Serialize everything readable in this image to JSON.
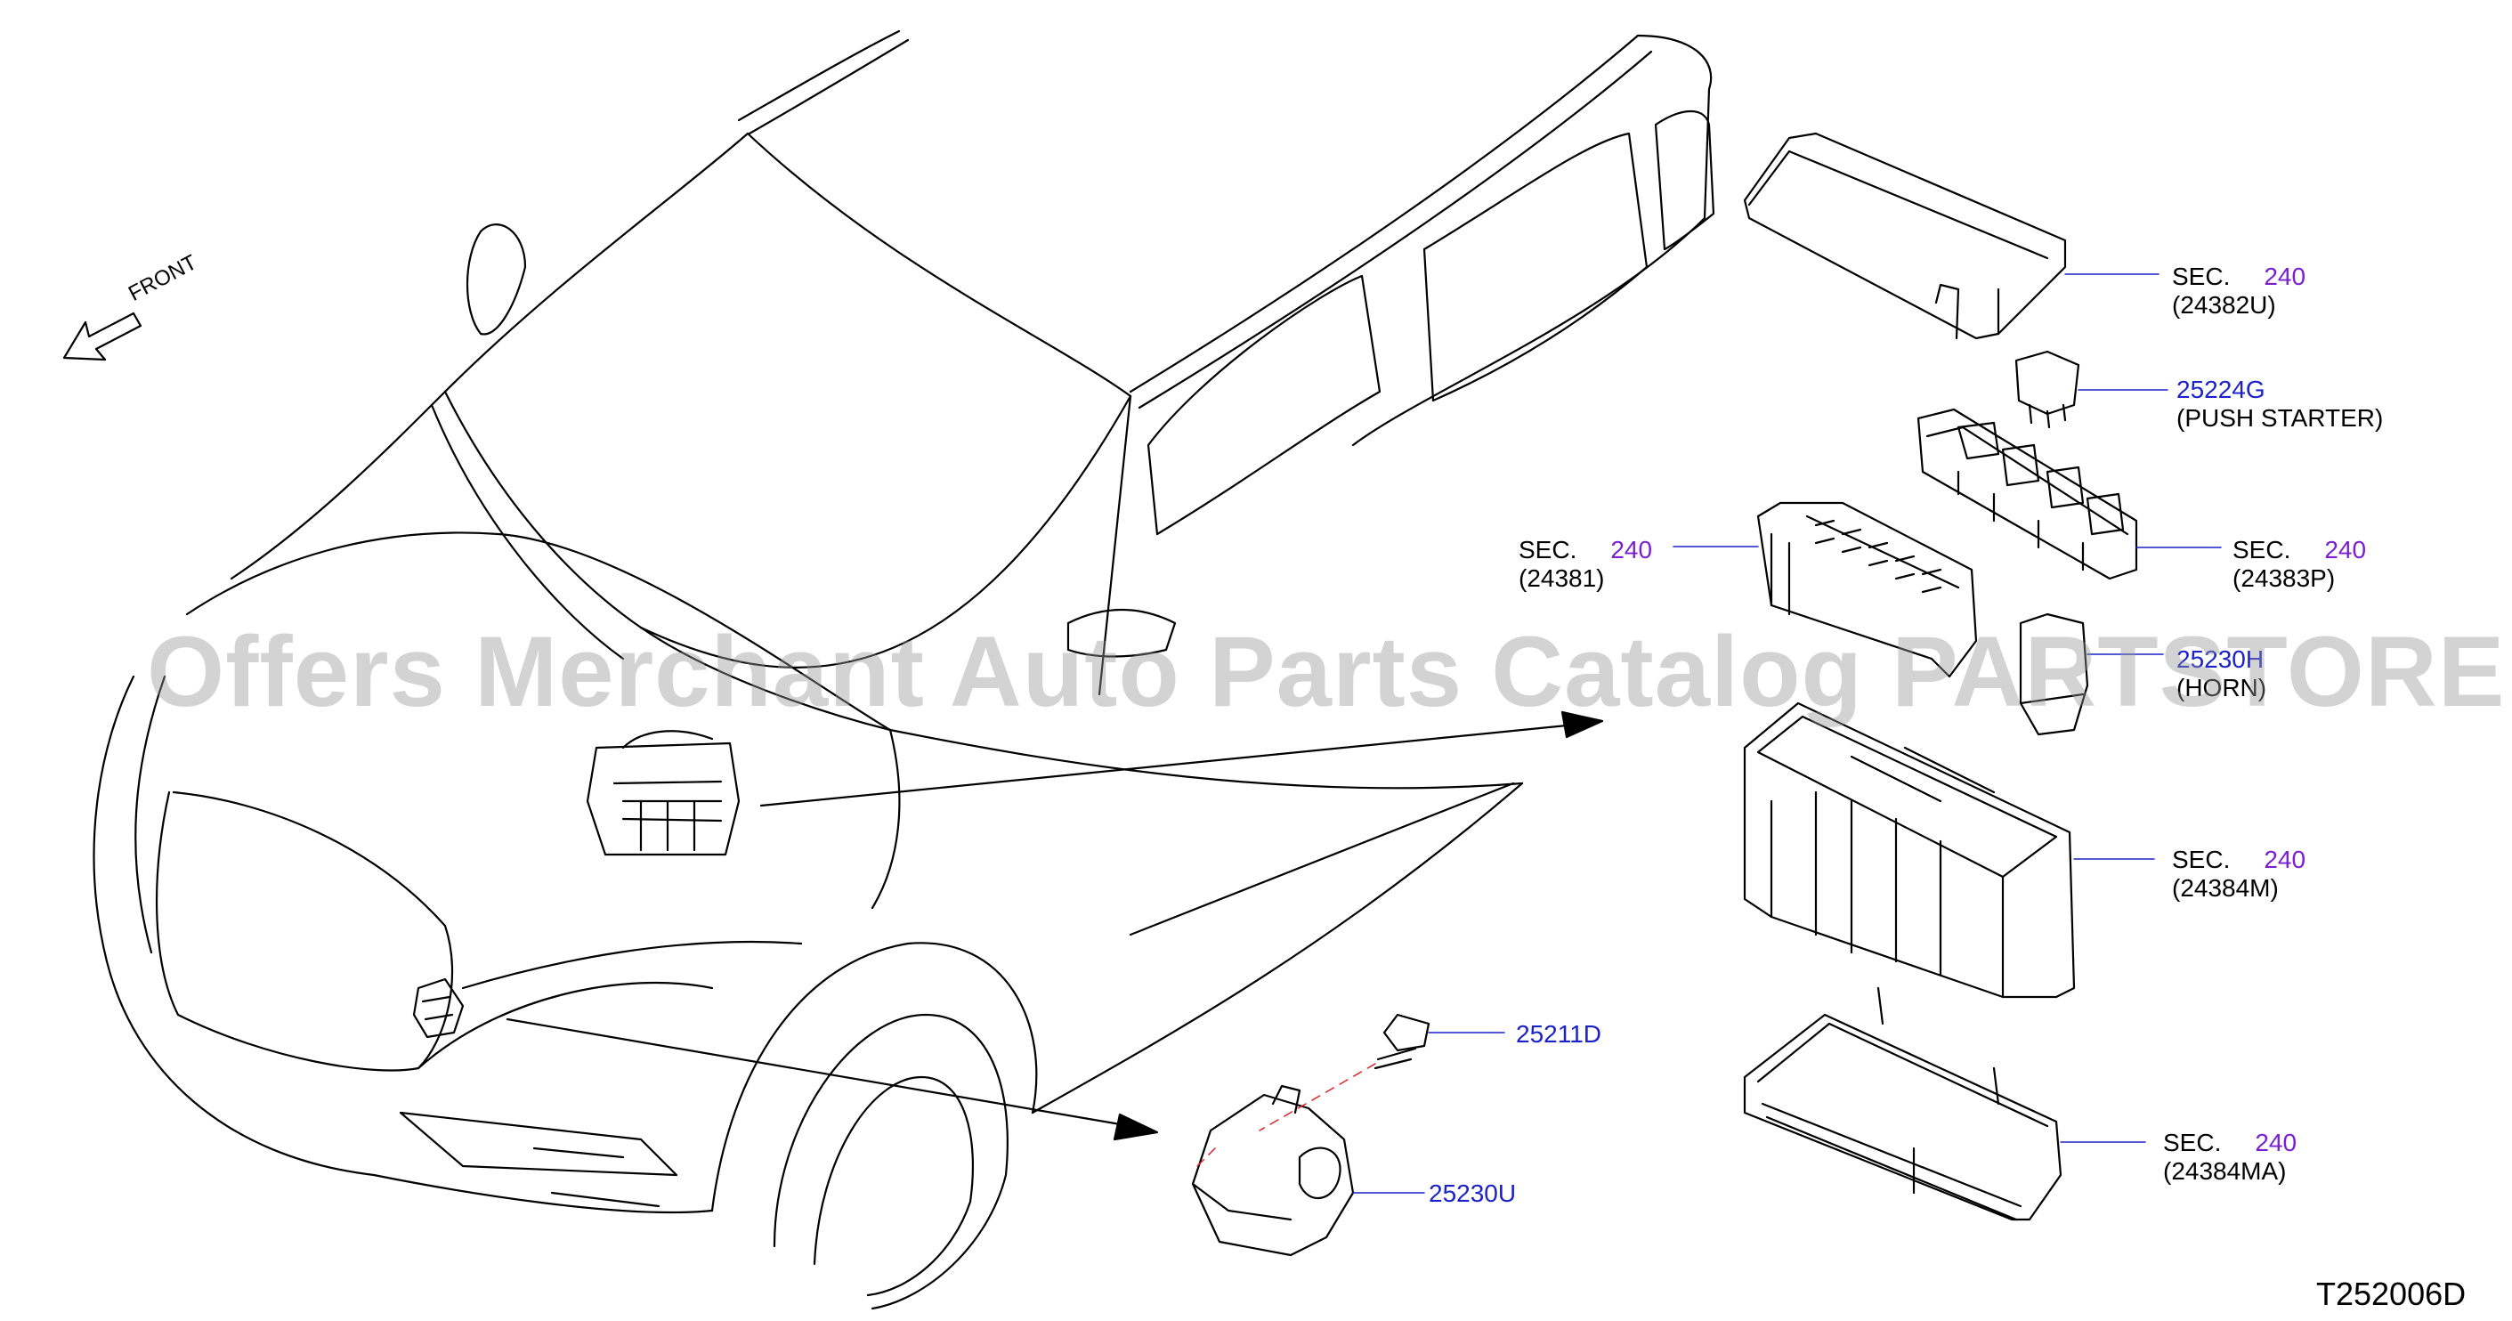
{
  "watermark": "Offers Merchant Auto Parts Catalog PARTSTORE.SA",
  "front_label": "FRONT",
  "diagram_code": "T252006D",
  "sec_word": "SEC.",
  "labels": {
    "cover": {
      "sec": "240",
      "part": "(24382U)"
    },
    "push_starter": {
      "part": "25224G",
      "desc": "(PUSH   STARTER)"
    },
    "relay_block_left": {
      "sec": "240",
      "part": "(24381)"
    },
    "relay_block_right": {
      "sec": "240",
      "part": "(24383P)"
    },
    "horn": {
      "part": "25230H",
      "desc": "(HORN)"
    },
    "box_upper": {
      "sec": "240",
      "part": "(24384M)"
    },
    "box_lower": {
      "sec": "240",
      "part": "(24384MA)"
    },
    "bolt": {
      "part": "25211D"
    },
    "relay_bracket": {
      "part": "25230U"
    }
  },
  "colors": {
    "sec_number": "#7a1fd0",
    "part_number": "#1a22c8",
    "callout_red": "#e0202a"
  }
}
